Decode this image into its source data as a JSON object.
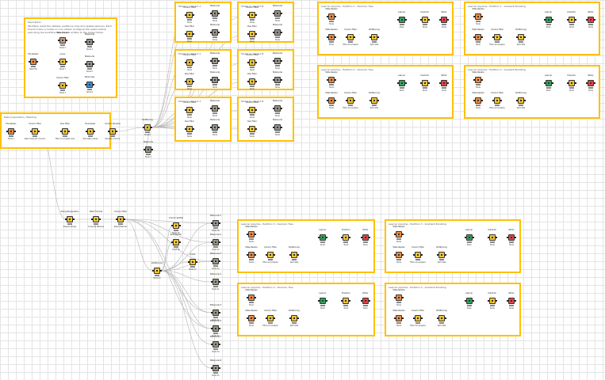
{
  "colors": {
    "annotation_border": "#ffc000",
    "wire": "#b5b5b5",
    "source": "#f08a3c",
    "manipulator": "#f4c430",
    "learner": "#2fa35a",
    "sink": "#e84141",
    "metanode": "#9b9483",
    "view": "#3a8fd4"
  },
  "annotations": [
    {
      "id": "intro",
      "header": "Description",
      "body": "Workflow reads the dataset, partitions rows and applies learners. Each branch trains a model on one subset. Configure the reader before executing the workflow. Results are written to the output folder."
    },
    {
      "id": "left-strip",
      "header": "Data preparation / Reading",
      "body": ""
    },
    {
      "id": "m1",
      "header": "Model 1 / Variant A",
      "body": ""
    },
    {
      "id": "m2",
      "header": "Model 2 / Variant B",
      "body": ""
    },
    {
      "id": "m3",
      "header": "Model 3 / Variant A",
      "body": ""
    },
    {
      "id": "m4",
      "header": "Model 4 / Variant B",
      "body": ""
    },
    {
      "id": "m5",
      "header": "Model 5 / Variant A",
      "body": ""
    },
    {
      "id": "m6",
      "header": "Model 6 / Variant B",
      "body": ""
    },
    {
      "id": "tr1",
      "header": "Learner pipeline - Partition 1 - Decision Tree",
      "body": ""
    },
    {
      "id": "tr2",
      "header": "Learner pipeline - Partition 1 - Gradient Boosting",
      "body": ""
    },
    {
      "id": "tr3",
      "header": "Learner pipeline - Partition 2 - Decision Tree",
      "body": ""
    },
    {
      "id": "tr4",
      "header": "Learner pipeline - Partition 2 - Gradient Boosting",
      "body": ""
    },
    {
      "id": "br1",
      "header": "Learner pipeline - Partition 3 - Decision Tree",
      "body": ""
    },
    {
      "id": "br2",
      "header": "Learner pipeline - Partition 3 - Gradient Boosting",
      "body": ""
    },
    {
      "id": "br3",
      "header": "Learner pipeline - Partition 4 - Decision Tree",
      "body": ""
    },
    {
      "id": "br4",
      "header": "Learner pipeline - Partition 4 - Gradient Boosting",
      "body": ""
    }
  ],
  "nodes": [
    {
      "id": "n1",
      "label": "File Reader",
      "sub": "Node 1",
      "color": "orange"
    },
    {
      "id": "n2",
      "label": "Column Filter",
      "sub": "Select relevant columns",
      "color": "yellow"
    },
    {
      "id": "n3",
      "label": "Row Filter",
      "sub": "Filter incomplete rows",
      "color": "yellow"
    },
    {
      "id": "n4",
      "label": "Normalizer",
      "sub": "Normalize values",
      "color": "yellow"
    },
    {
      "id": "n5",
      "label": "Column Rename",
      "sub": "Rename columns",
      "color": "yellow"
    },
    {
      "id": "n6",
      "label": "Partitioning",
      "sub": "Node 6",
      "color": "yellow"
    },
    {
      "id": "n7",
      "label": "Metanode",
      "sub": "Node 7",
      "color": "gray"
    },
    {
      "id": "i1",
      "label": "File Reader",
      "sub": "Read file",
      "color": "orange"
    },
    {
      "id": "i2",
      "label": "Table Creator",
      "sub": "Node 2",
      "color": "tan"
    },
    {
      "id": "i3",
      "label": "Column Filter",
      "sub": "Node 3",
      "color": "yellow"
    },
    {
      "id": "i4",
      "label": "Metanode",
      "sub": "Node 4",
      "color": "gray"
    },
    {
      "id": "i5",
      "label": "Metanode",
      "sub": "Node 5",
      "color": "gray"
    },
    {
      "id": "i6",
      "label": "Table View",
      "sub": "Node 6",
      "color": "blue"
    },
    {
      "id": "i7",
      "label": "Joiner",
      "sub": "Node 7",
      "color": "yellow"
    },
    {
      "id": "b1",
      "label": "String Manipulation",
      "sub": "Prepare strings",
      "color": "yellow"
    },
    {
      "id": "b2",
      "label": "Math Formula",
      "sub": "Compute features",
      "color": "yellow"
    },
    {
      "id": "b3",
      "label": "Column Filter",
      "sub": "Select features",
      "color": "yellow"
    },
    {
      "id": "b4",
      "label": "Partitioning",
      "sub": "Node 14",
      "color": "yellow"
    },
    {
      "id": "b5",
      "label": "Column Splitter",
      "sub": "Node 15",
      "color": "yellow"
    },
    {
      "id": "b6",
      "label": "Row Splitter",
      "sub": "Node 16",
      "color": "yellow"
    },
    {
      "id": "b7",
      "label": "Joiner",
      "sub": "Node 17",
      "color": "yellow"
    },
    {
      "id": "b8",
      "label": "Metanode 1",
      "sub": "Node 18",
      "color": "gray"
    },
    {
      "id": "b9",
      "label": "Metanode 2",
      "sub": "Node 19",
      "color": "gray"
    },
    {
      "id": "b10",
      "label": "Metanode 3",
      "sub": "Node 20",
      "color": "gray"
    },
    {
      "id": "b11",
      "label": "Metanode 4",
      "sub": "Node 21",
      "color": "gray"
    },
    {
      "id": "b12",
      "label": "Metanode 5",
      "sub": "Node 22",
      "color": "gray"
    },
    {
      "id": "b13",
      "label": "Metanode 6",
      "sub": "Node 23",
      "color": "gray"
    },
    {
      "id": "b14",
      "label": "Metanode 7",
      "sub": "Node 24",
      "color": "gray"
    },
    {
      "id": "b15",
      "label": "Metanode 8",
      "sub": "Node 25",
      "color": "gray"
    }
  ],
  "model_box": {
    "labels": [
      "Column Filter",
      "Metanode",
      "Row Filter",
      "Metanode"
    ],
    "subs": [
      "Node",
      "Node",
      "Node",
      "Node"
    ]
  },
  "pipeline": {
    "labels": [
      "Table Reader",
      "Table Reader",
      "Column Filter",
      "Partitioning",
      "Learner",
      "Predictor",
      "Writer"
    ],
    "subs": [
      "Node",
      "Node",
      "Filter and prepare",
      "Split data",
      "Node",
      "Node",
      "Node"
    ]
  }
}
